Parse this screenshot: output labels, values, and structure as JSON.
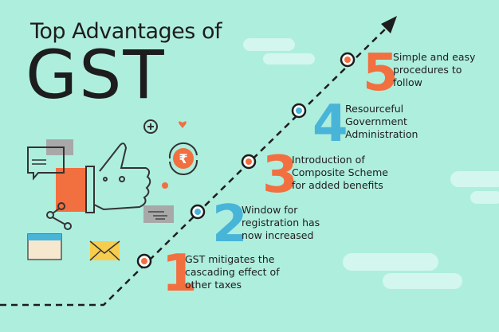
{
  "title": {
    "line1": "Top Advantages of",
    "line2": "GST"
  },
  "advantages": [
    {
      "number": "1",
      "lines": [
        "GST mitigates the",
        "cascading effect of",
        "other taxes"
      ],
      "color": "#f26f3f"
    },
    {
      "number": "2",
      "lines": [
        "Window for",
        "registration has",
        "now increased"
      ],
      "color": "#48b4d8"
    },
    {
      "number": "3",
      "lines": [
        "Introduction of",
        "Composite Scheme",
        "for added benefits"
      ],
      "color": "#f26f3f"
    },
    {
      "number": "4",
      "lines": [
        "Resourceful",
        "Government",
        "Administration"
      ],
      "color": "#48b4d8"
    },
    {
      "number": "5",
      "lines": [
        "Simple and easy",
        "procedures to",
        "follow"
      ],
      "color": "#f26f3f"
    }
  ],
  "colors": {
    "background": "#aeeedd",
    "orange": "#f26f3f",
    "blue": "#48b4d8"
  }
}
